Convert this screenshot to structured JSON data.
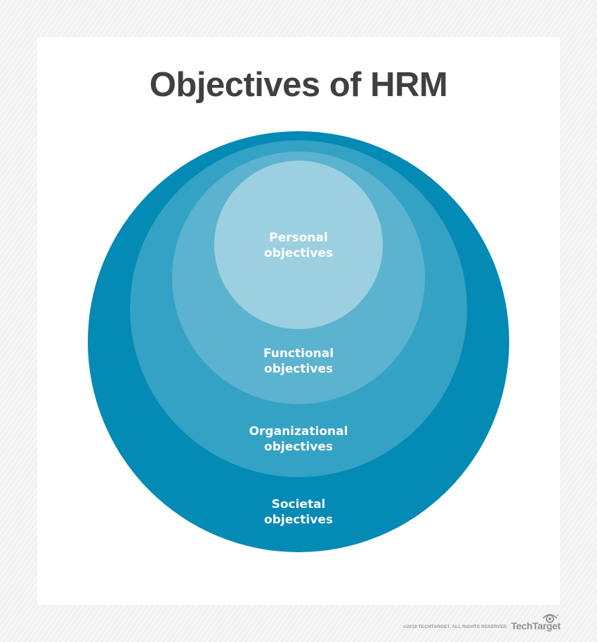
{
  "title": "Objectives of HRM",
  "colors": {
    "page_background": "#f1f1f1",
    "card_background": "#ffffff",
    "title_text": "#404040",
    "label_text": "#ffffff",
    "footer_text": "#9a9a9a"
  },
  "diagram": {
    "type": "nested-circles",
    "layers": [
      {
        "id": "societal",
        "label_line1": "Societal",
        "label_line2": "objectives",
        "color": "#038ab5",
        "level": 1
      },
      {
        "id": "organizational",
        "label_line1": "Organizational",
        "label_line2": "objectives",
        "color": "#34a2c4",
        "level": 2
      },
      {
        "id": "functional",
        "label_line1": "Functional",
        "label_line2": "objectives",
        "color": "#5bb3cf",
        "level": 3
      },
      {
        "id": "personal",
        "label_line1": "Personal",
        "label_line2": "objectives",
        "color": "#9cd0e0",
        "level": 4
      }
    ]
  },
  "footer": {
    "copyright": "©2019 TECHTARGET. ALL RIGHTS RESERVED",
    "brand": "TechTarget",
    "brand_icon": "eye-logo-icon"
  }
}
